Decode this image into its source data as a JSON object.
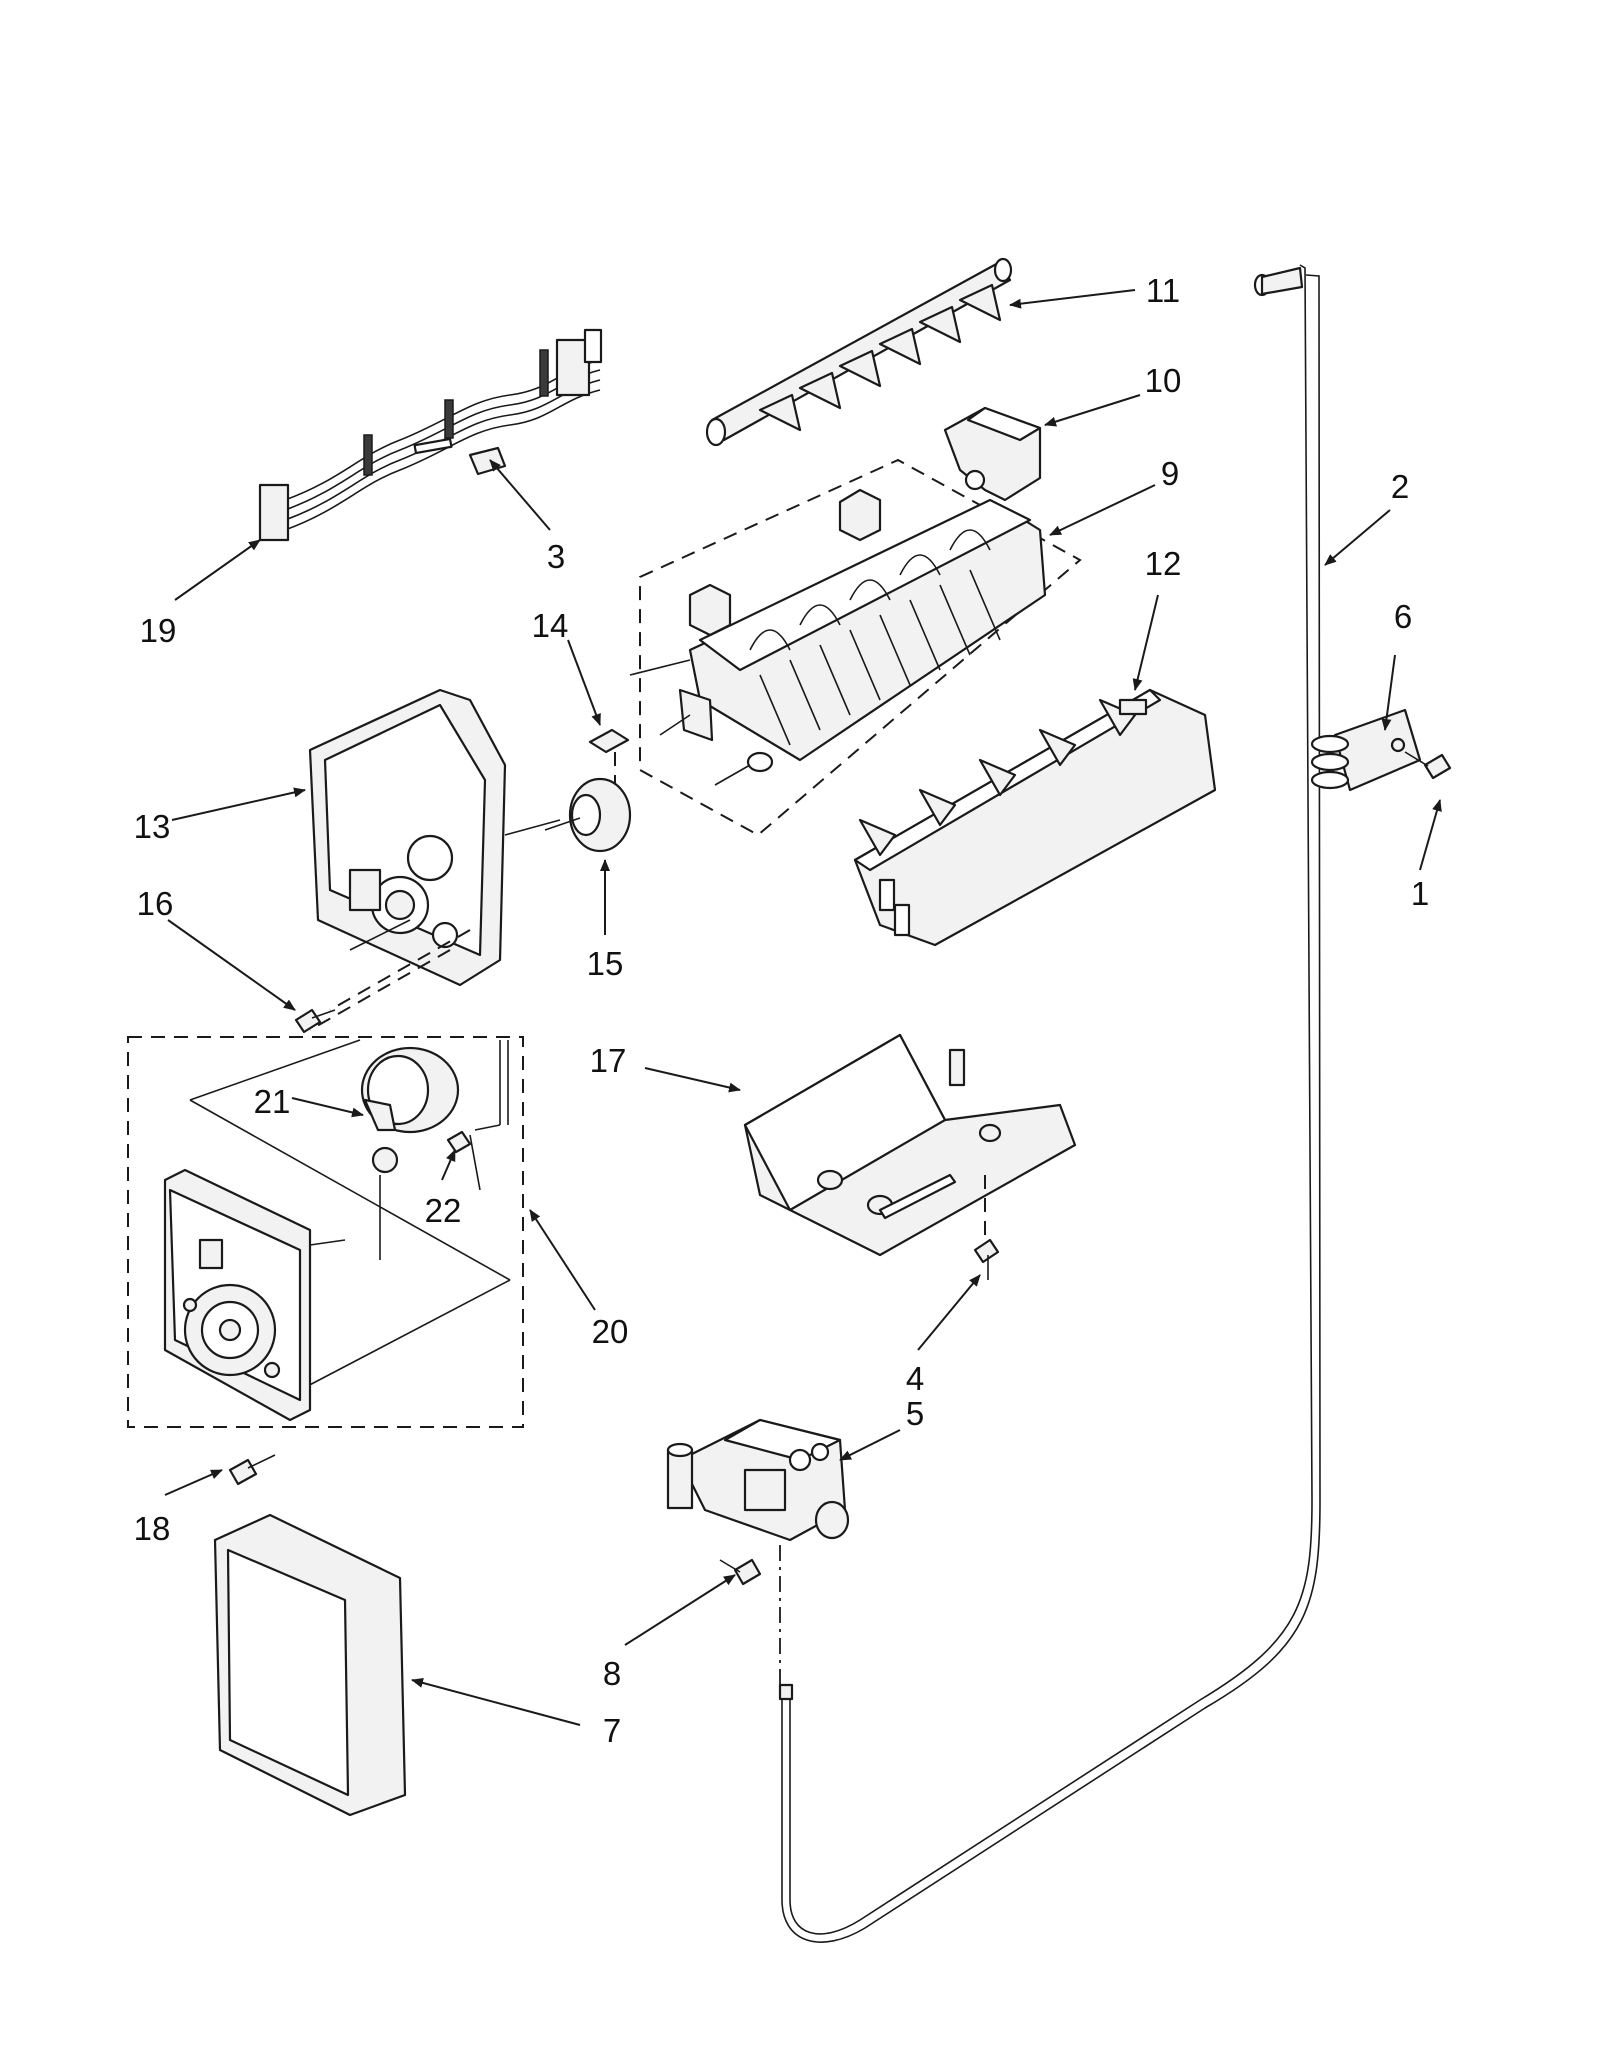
{
  "callouts": [
    {
      "id": "c1",
      "label": "1"
    },
    {
      "id": "c2",
      "label": "2"
    },
    {
      "id": "c3",
      "label": "3"
    },
    {
      "id": "c4",
      "label": "4"
    },
    {
      "id": "c5",
      "label": "5"
    },
    {
      "id": "c6",
      "label": "6"
    },
    {
      "id": "c7",
      "label": "7"
    },
    {
      "id": "c8",
      "label": "8"
    },
    {
      "id": "c9",
      "label": "9"
    },
    {
      "id": "c10",
      "label": "10"
    },
    {
      "id": "c11",
      "label": "11"
    },
    {
      "id": "c12",
      "label": "12"
    },
    {
      "id": "c13",
      "label": "13"
    },
    {
      "id": "c14",
      "label": "14"
    },
    {
      "id": "c15",
      "label": "15"
    },
    {
      "id": "c16",
      "label": "16"
    },
    {
      "id": "c17",
      "label": "17"
    },
    {
      "id": "c18",
      "label": "18"
    },
    {
      "id": "c19",
      "label": "19"
    },
    {
      "id": "c20",
      "label": "20"
    },
    {
      "id": "c21",
      "label": "21"
    },
    {
      "id": "c22",
      "label": "22"
    }
  ],
  "colors": {
    "line": "#1a1a1a",
    "fill": "#f2f2f2",
    "background": "#ffffff"
  }
}
